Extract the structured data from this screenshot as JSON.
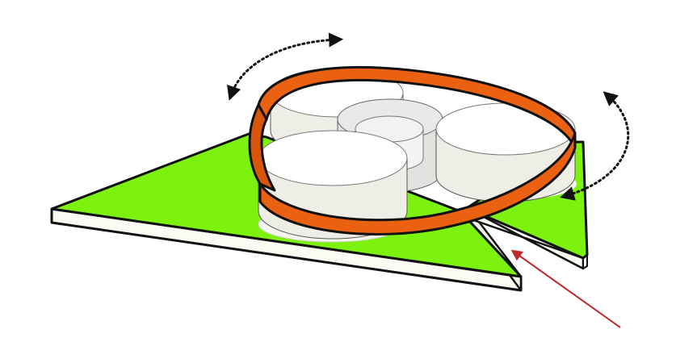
{
  "diagram": {
    "kind": "architectural-massing-sketch",
    "colors": {
      "background": "#ffffff",
      "site": "#7df20e",
      "slab_edge": "#fbfbf4",
      "outline": "#111111",
      "ribbon": "#ea6112",
      "ribbon_dark": "#b8440a",
      "volume_top": "#ffffff",
      "volume_side": "#efeee6",
      "volume_shadow": "#d7d5cb",
      "core": "#e9e9e9",
      "indicator_arrow": "#c0282a",
      "rotation_arrow": "#111111"
    },
    "elements": [
      {
        "name": "green-site-platform"
      },
      {
        "name": "cylindrical-volume-left"
      },
      {
        "name": "cylindrical-volume-back"
      },
      {
        "name": "cylindrical-volume-right"
      },
      {
        "name": "central-core"
      },
      {
        "name": "orange-ribbon"
      },
      {
        "name": "rotation-arrow-top"
      },
      {
        "name": "rotation-arrow-right"
      },
      {
        "name": "red-entrance-arrow"
      }
    ]
  }
}
